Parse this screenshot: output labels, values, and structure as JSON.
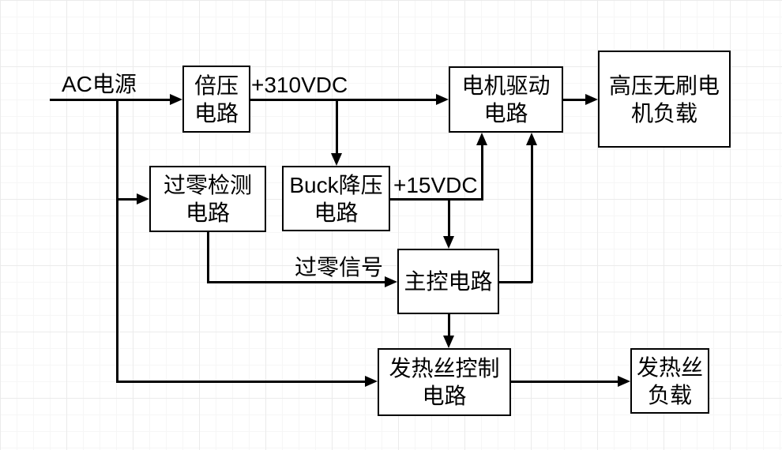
{
  "diagram": {
    "nodes": {
      "voltage_doubler": {
        "label": "倍压\n电路"
      },
      "zero_cross_detect": {
        "label": "过零检测\n电路"
      },
      "buck_converter": {
        "label": "Buck降压\n电路"
      },
      "motor_driver": {
        "label": "电机驱动\n电路"
      },
      "hv_brushless_motor_load": {
        "label": "高压无刷电\n机负载"
      },
      "main_controller": {
        "label": "主控电路"
      },
      "heater_wire_control": {
        "label": "发热丝控制\n电路"
      },
      "heater_wire_load": {
        "label": "发热丝\n负载"
      }
    },
    "edge_labels": {
      "ac_source": "AC电源",
      "dc_310v": "+310VDC",
      "dc_15v": "+15VDC",
      "zero_cross_signal": "过零信号"
    },
    "colors": {
      "line": "#000000",
      "node_fill": "#ffffff",
      "node_border": "#000000",
      "background": "#ffffff",
      "grid_minor": "#f6f6f6",
      "grid_major": "#ebebeb"
    }
  }
}
